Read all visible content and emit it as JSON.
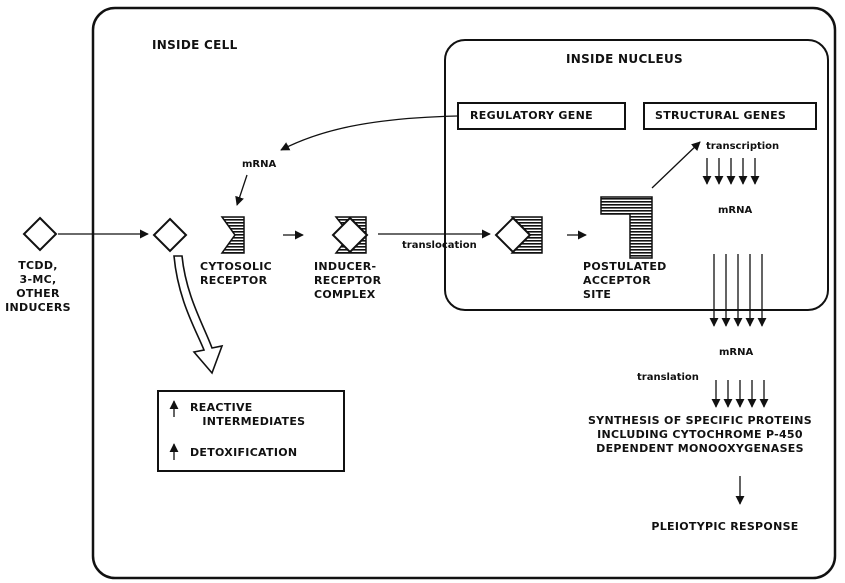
{
  "regions": {
    "cell_label": "INSIDE CELL",
    "nucleus_label": "INSIDE NUCLEUS"
  },
  "genes": {
    "regulatory": "REGULATORY GENE",
    "structural": "STRUCTURAL GENES"
  },
  "molecules": {
    "inducers": "TCDD,\n3-MC,\nOTHER\nINDUCERS",
    "cytosolic_receptor": "CYTOSOLIC\nRECEPTOR",
    "complex": "INDUCER-\nRECEPTOR\nCOMPLEX",
    "acceptor_site": "POSTULATED\nACCEPTOR\nSITE"
  },
  "processes": {
    "mrna_feedback": "mRNA",
    "translocation": "translocation",
    "transcription": "transcription",
    "mrna_nucleus": "mRNA",
    "mrna_cytoplasm": "mRNA",
    "translation": "translation"
  },
  "effects": {
    "reactive": "REACTIVE\n   INTERMEDIATES",
    "detox": "DETOXIFICATION"
  },
  "outcomes": {
    "synthesis": "SYNTHESIS OF SPECIFIC PROTEINS\nINCLUDING CYTOCHROME P-450\nDEPENDENT MONOOXYGENASES",
    "response": "PLEIOTYPIC RESPONSE"
  }
}
